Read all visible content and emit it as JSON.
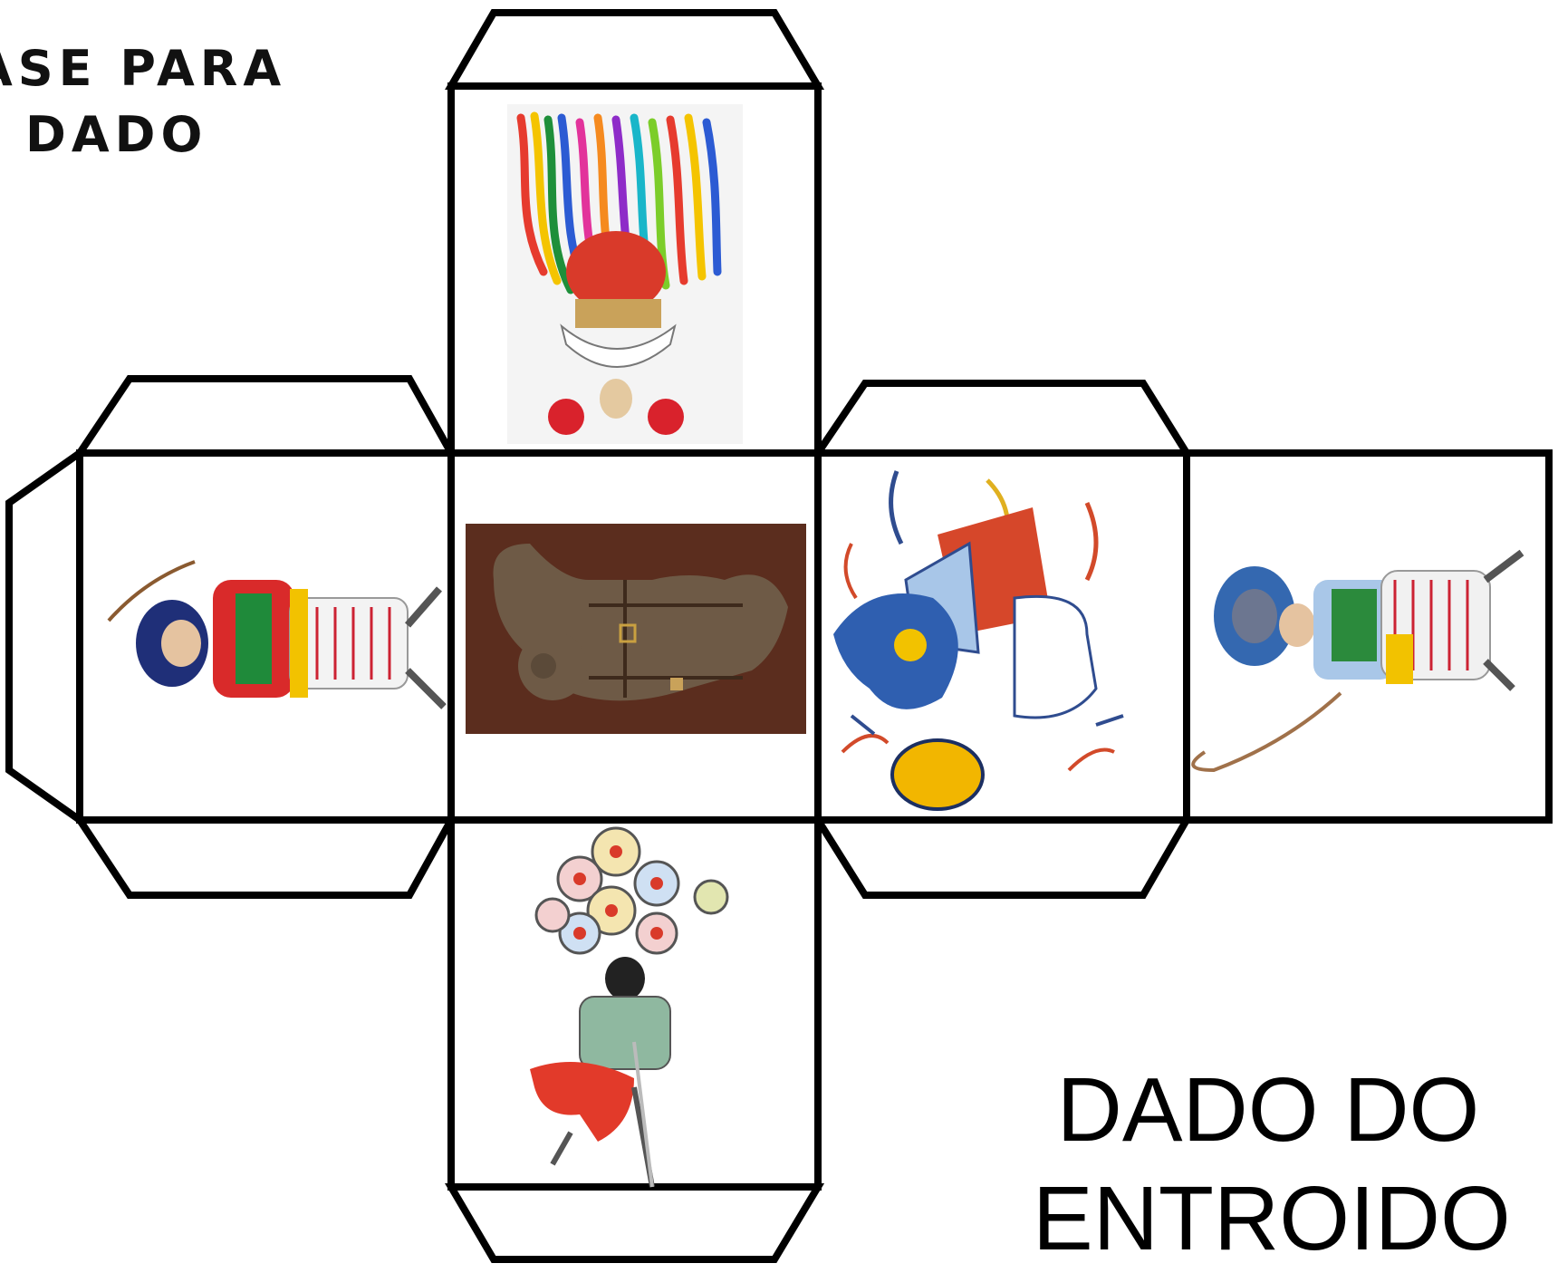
{
  "corner_title": {
    "line1": "ASE PARA",
    "line2": "DADO"
  },
  "main_title": {
    "line1": "DADO DO",
    "line2": "ENTROIDO"
  },
  "faces": [
    {
      "position": "top",
      "picture": "colorful-ribbon-costume"
    },
    {
      "position": "left",
      "picture": "carnival-figure-with-whip"
    },
    {
      "position": "center",
      "picture": "brown-bear-costume"
    },
    {
      "position": "center-right",
      "picture": "abstract-dancing-figure"
    },
    {
      "position": "right",
      "picture": "carnival-figure-with-wolf-hat"
    },
    {
      "position": "bottom",
      "picture": "figure-with-circle-headdress"
    }
  ],
  "colors": {
    "outline": "#000000",
    "bear_background": "#5b2d1e",
    "bear_figure": "#6e5a46"
  }
}
